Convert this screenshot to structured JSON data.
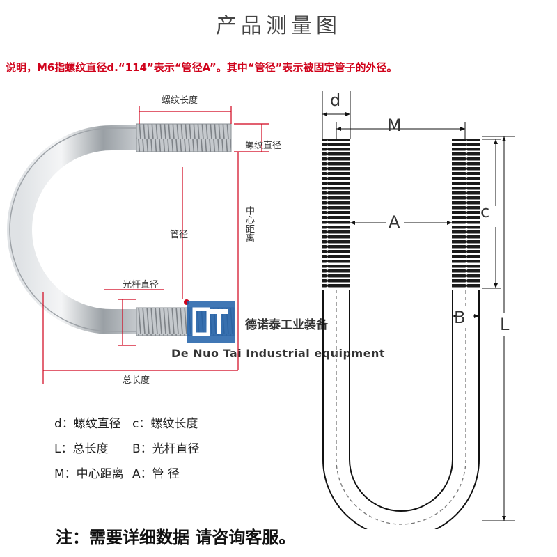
{
  "title": "产品测量图",
  "explanation": "说明，M6指螺纹直径d.“114”表示“管径A”。其中“管径”表示被固定管子的外径。",
  "photo_labels": {
    "thread_length": "螺纹长度",
    "thread_diameter": "螺纹直径",
    "pipe_diameter": "管径",
    "center_distance": "中心距离",
    "rod_diameter": "光杆直径",
    "total_length": "总长度"
  },
  "brand": {
    "name_cn": "德诺泰工业装备",
    "name_en": "De Nuo Tai Industrial equipment"
  },
  "drawing_labels": {
    "d": "d",
    "M": "M",
    "A": "A",
    "c": "c",
    "B": "B",
    "L": "L"
  },
  "legend": [
    {
      "left": "d：螺纹直径",
      "right": "c：螺纹长度"
    },
    {
      "left": "L：总长度",
      "right": "B：光杆直径"
    },
    {
      "left": "M：中心距离",
      "right": "A：管 径"
    }
  ],
  "footer": "注：需要详细数据 请咨询客服。",
  "colors": {
    "accent_red": "#d0021b",
    "brand_blue": "#1f5fa8",
    "steel": "#b8bcc0"
  },
  "icons": {
    "brand_logo": "dt-logo-icon"
  }
}
